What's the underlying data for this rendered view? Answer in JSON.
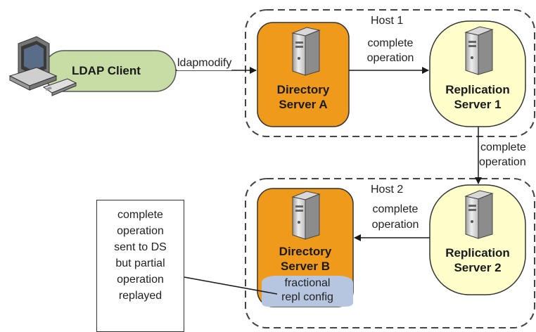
{
  "hosts": [
    {
      "label": "Host 1"
    },
    {
      "label": "Host 2"
    }
  ],
  "nodes": {
    "client": {
      "label": "LDAP Client"
    },
    "ds_a": {
      "line1": "Directory",
      "line2": "Server A"
    },
    "rs_1": {
      "line1": "Replication",
      "line2": "Server 1"
    },
    "ds_b": {
      "line1": "Directory",
      "line2": "Server B",
      "config": [
        "fractional",
        "repl config"
      ]
    },
    "rs_2": {
      "line1": "Replication",
      "line2": "Server 2"
    }
  },
  "edges": {
    "client_to_ds_a": {
      "label": "ldapmodify"
    },
    "ds_a_to_rs_1": {
      "line1": "complete",
      "line2": "operation"
    },
    "rs_1_to_rs_2": {
      "line1": "complete",
      "line2": "operation"
    },
    "rs_2_to_ds_b": {
      "line1": "complete",
      "line2": "operation"
    }
  },
  "callout": {
    "lines": [
      "complete",
      "operation",
      "sent to DS",
      "but partial",
      "operation",
      "replayed"
    ]
  },
  "colors": {
    "client_fill": "#c8dca6",
    "directory_fill": "#ef9a1a",
    "replication_fill": "#ffffcc",
    "config_fill": "#b6c6e0"
  }
}
